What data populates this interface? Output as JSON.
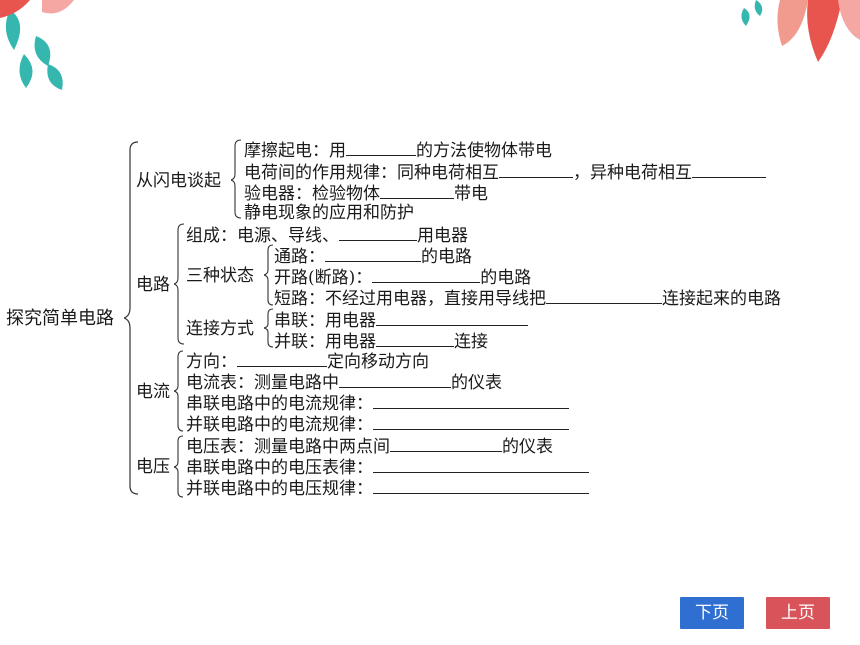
{
  "colors": {
    "next_btn": "#2f6fd1",
    "prev_btn": "#d9545a",
    "leaf_teal": "#35b7b0",
    "leaf_red": "#e8554f",
    "leaf_pink": "#f4a7a3"
  },
  "root": "探究简单电路",
  "sections": {
    "flash": {
      "title": "从闪电谈起",
      "items": {
        "a_pre": "摩擦起电：用",
        "a_post": "的方法使物体带电",
        "b_pre": "电荷间的作用规律：同种电荷相互",
        "b_mid": "，异种电荷相互",
        "c_pre": "验电器：检验物体",
        "c_post": "带电",
        "d": "静电现象的应用和防护"
      }
    },
    "circuit": {
      "title": "电路",
      "compose_pre": "组成：电源、导线、",
      "compose_post": "用电器",
      "states_label": "三种状态",
      "s1_pre": "通路：",
      "s1_post": "的电路",
      "s2_pre": "开路(断路)：",
      "s2_post": "的电路",
      "s3_pre": "短路：不经过用电器，直接用导线把",
      "s3_post": "连接起来的电路",
      "connect_label": "连接方式",
      "c1": "串联：用电器",
      "c2_pre": "并联：用电器",
      "c2_post": "连接"
    },
    "current": {
      "title": "电流",
      "i1_pre": "方向：",
      "i1_post": "定向移动方向",
      "i2_pre": "电流表：测量电路中",
      "i2_post": "的仪表",
      "i3": "串联电路中的电流规律：",
      "i4": "并联电路中的电流规律："
    },
    "voltage": {
      "title": "电压",
      "v1_pre": "电压表：测量电路中两点间",
      "v1_post": "的仪表",
      "v2": "串联电路中的电压表律：",
      "v3": "并联电路中的电压规律："
    }
  },
  "nav": {
    "next": "下页",
    "prev": "上页"
  }
}
